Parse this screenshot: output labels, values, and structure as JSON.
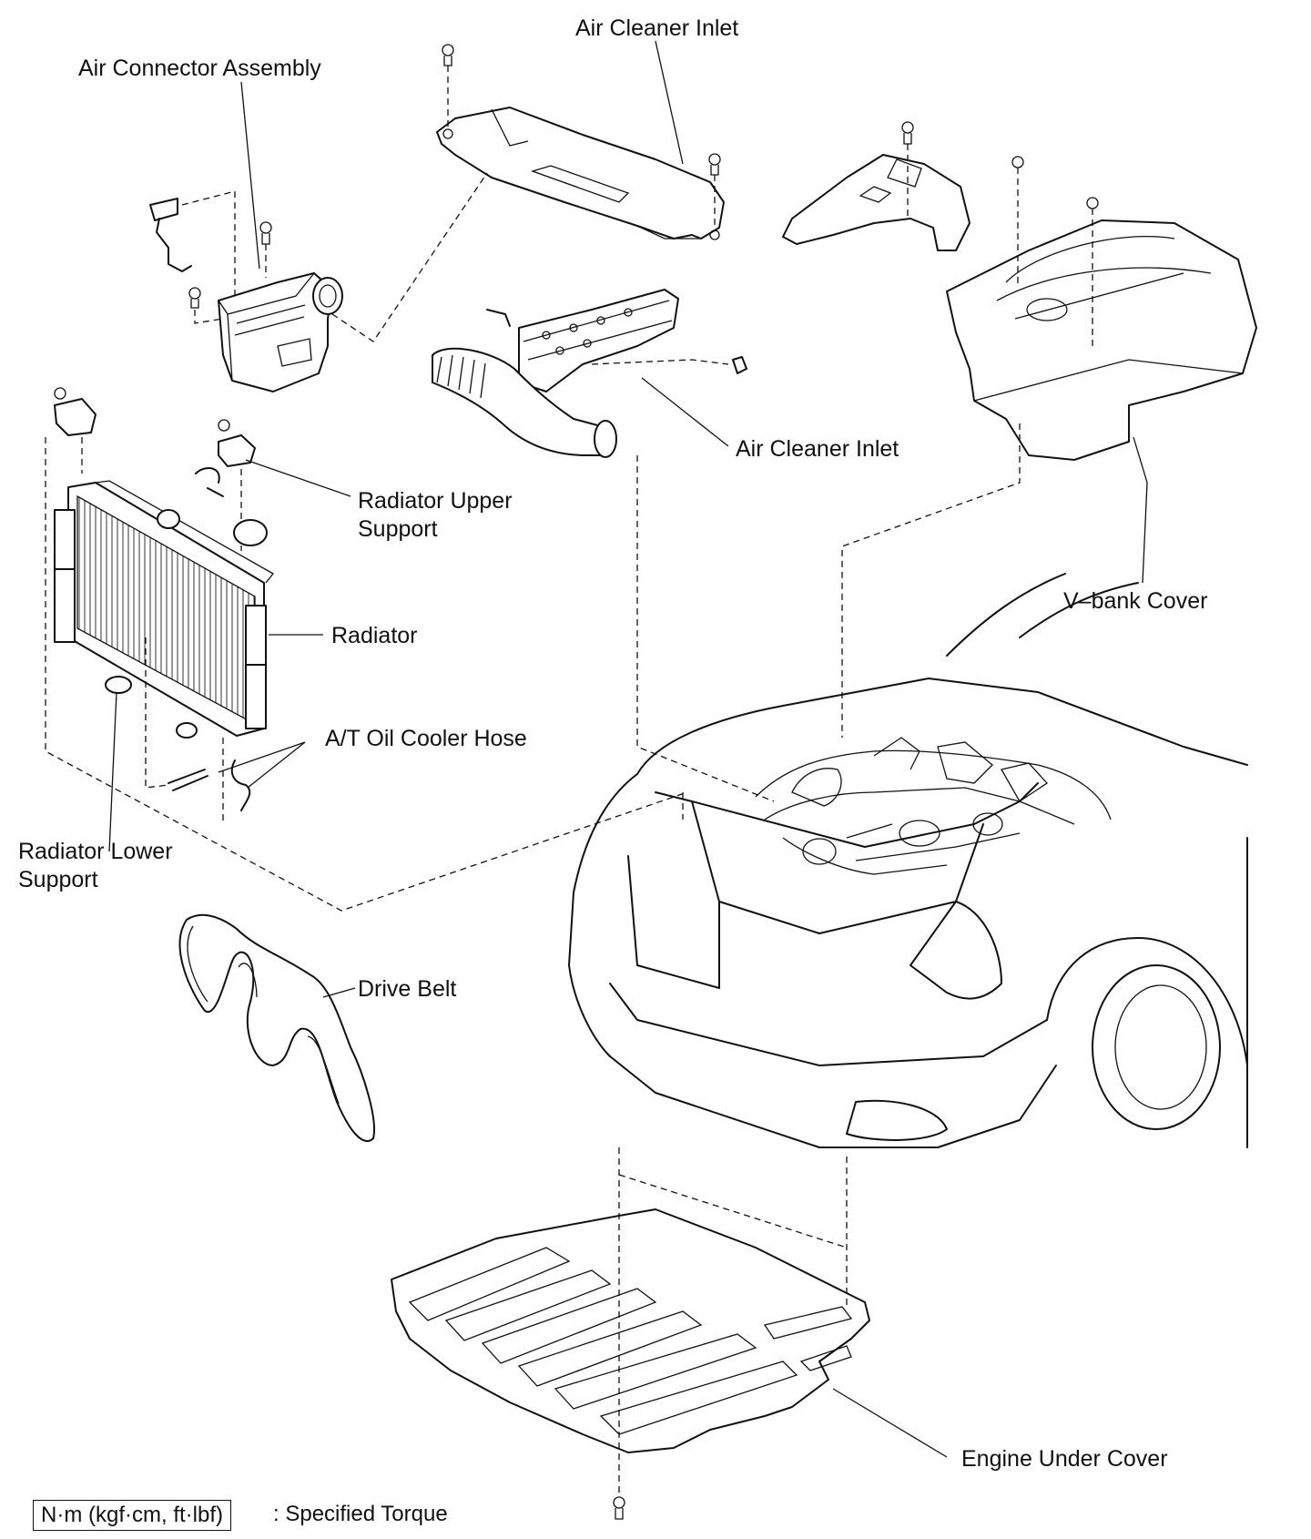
{
  "labels": {
    "air_cleaner_inlet_top": "Air Cleaner Inlet",
    "air_connector_assembly": "Air Connector Assembly",
    "air_cleaner_inlet_mid": "Air Cleaner Inlet",
    "radiator_upper_support_1": "Radiator  Upper",
    "radiator_upper_support_2": "Support",
    "radiator": "Radiator",
    "v_bank_cover": "V–bank Cover",
    "at_oil_cooler_hose": "A/T Oil Cooler Hose",
    "radiator_lower_support_1": "Radiator  Lower",
    "radiator_lower_support_2": "Support",
    "drive_belt": "Drive Belt",
    "engine_under_cover": "Engine Under Cover"
  },
  "legend": {
    "torque_unit": "N·m (kgf·cm, ft·lbf)",
    "torque_desc": ": Specified Torque"
  }
}
